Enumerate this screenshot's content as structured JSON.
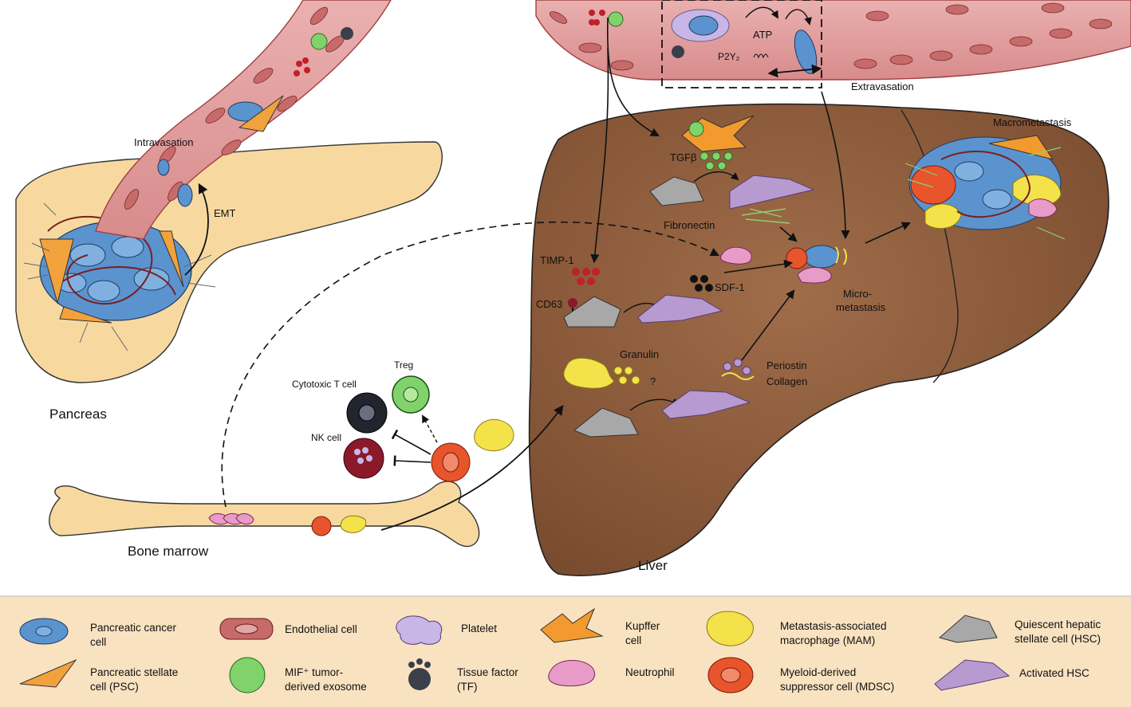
{
  "organs": {
    "pancreas": "Pancreas",
    "bone_marrow": "Bone marrow",
    "liver": "Liver"
  },
  "processes": {
    "intravasation": "Intravasation",
    "emt": "EMT",
    "extravasation": "Extravasation",
    "atp": "ATP",
    "p2y2": "P2Y₂",
    "macrometastasis": "Macrometastasis",
    "micrometastasis_line1": "Micro-",
    "micrometastasis_line2": "metastasis"
  },
  "factors": {
    "tgfb": "TGFβ",
    "fibronectin": "Fibronectin",
    "timp1": "TIMP-1",
    "cd63": "CD63",
    "sdf1": "SDF-1",
    "granulin": "Granulin",
    "question": "?",
    "periostin": "Periostin",
    "collagen": "Collagen"
  },
  "immune": {
    "treg": "Treg",
    "cytotoxic_t": "Cytotoxic T cell",
    "nk": "NK cell"
  },
  "legend": [
    {
      "line1": "Pancreatic cancer",
      "line2": "cell",
      "icon": "cancer-cell-icon"
    },
    {
      "line1": "Endothelial cell",
      "line2": "",
      "icon": "endothelial-cell-icon"
    },
    {
      "line1": "Platelet",
      "line2": "",
      "icon": "platelet-icon"
    },
    {
      "line1": "Kupffer",
      "line2": "cell",
      "icon": "kupffer-cell-icon"
    },
    {
      "line1": "Metastasis-associated",
      "line2": "macrophage (MAM)",
      "icon": "mam-icon"
    },
    {
      "line1": "Quiescent hepatic",
      "line2": "stellate cell (HSC)",
      "icon": "quiescent-hsc-icon"
    },
    {
      "line1": "Pancreatic stellate",
      "line2": "cell (PSC)",
      "icon": "psc-icon"
    },
    {
      "line1": "MIF⁺ tumor-",
      "line2": "derived exosome",
      "icon": "exosome-icon"
    },
    {
      "line1": "Tissue factor",
      "line2": "(TF)",
      "icon": "tissue-factor-icon"
    },
    {
      "line1": "Neutrophil",
      "line2": "",
      "icon": "neutrophil-icon"
    },
    {
      "line1": "Myeloid-derived",
      "line2": "suppressor cell (MDSC)",
      "icon": "mdsc-icon"
    },
    {
      "line1": "Activated HSC",
      "line2": "",
      "icon": "activated-hsc-icon"
    }
  ],
  "colors": {
    "liver": "#8a5a3a",
    "pancreas": "#f7d9a0",
    "vessel": "#e3a6a6",
    "endothelial": "#c66a6a",
    "cancer": "#5b93cf",
    "psc": "#f2a23c",
    "exosome": "#7fd36a",
    "platelet": "#c8b6e6",
    "kupffer": "#f29a2e",
    "neutrophil": "#e89ac8",
    "mam": "#f3e24a",
    "mdsc": "#e8542c",
    "hsc_quiescent": "#a8a8a8",
    "hsc_activated": "#b79ad0",
    "legend_bg": "#f8e2c0"
  }
}
